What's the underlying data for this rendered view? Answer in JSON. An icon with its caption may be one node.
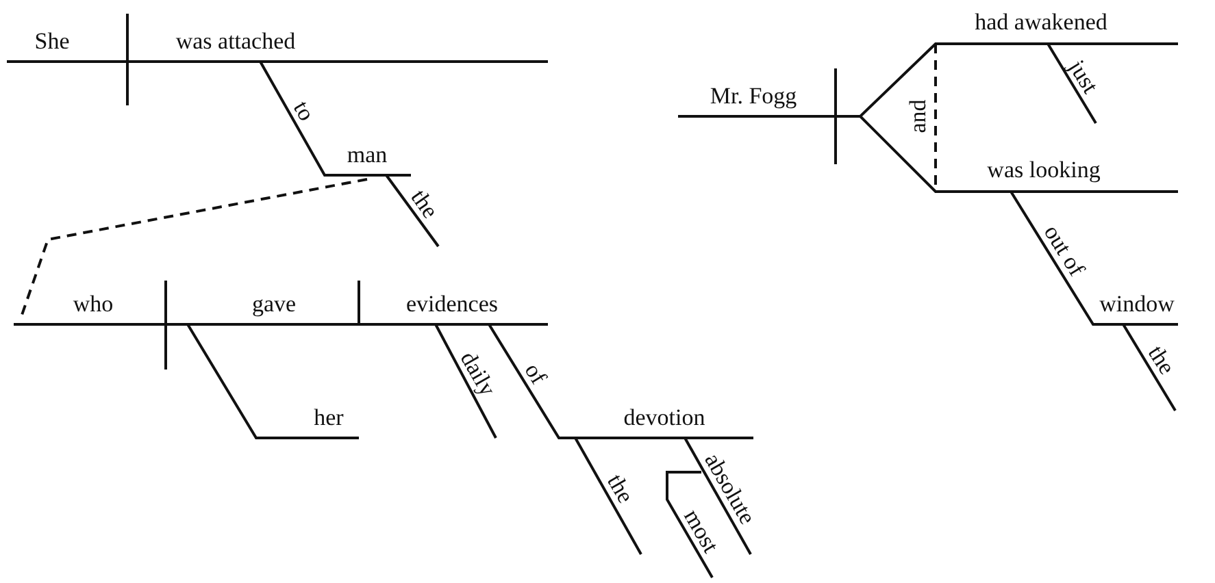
{
  "diagram": {
    "labels": [
      "She",
      "was attached",
      "to",
      "man",
      "the",
      "who",
      "gave",
      "evidences",
      "her",
      "daily",
      "of",
      "devotion",
      "the",
      "absolute",
      "most",
      "Mr. Fogg",
      "had awakened",
      "just",
      "and",
      "was looking",
      "out of",
      "window",
      "the"
    ]
  }
}
